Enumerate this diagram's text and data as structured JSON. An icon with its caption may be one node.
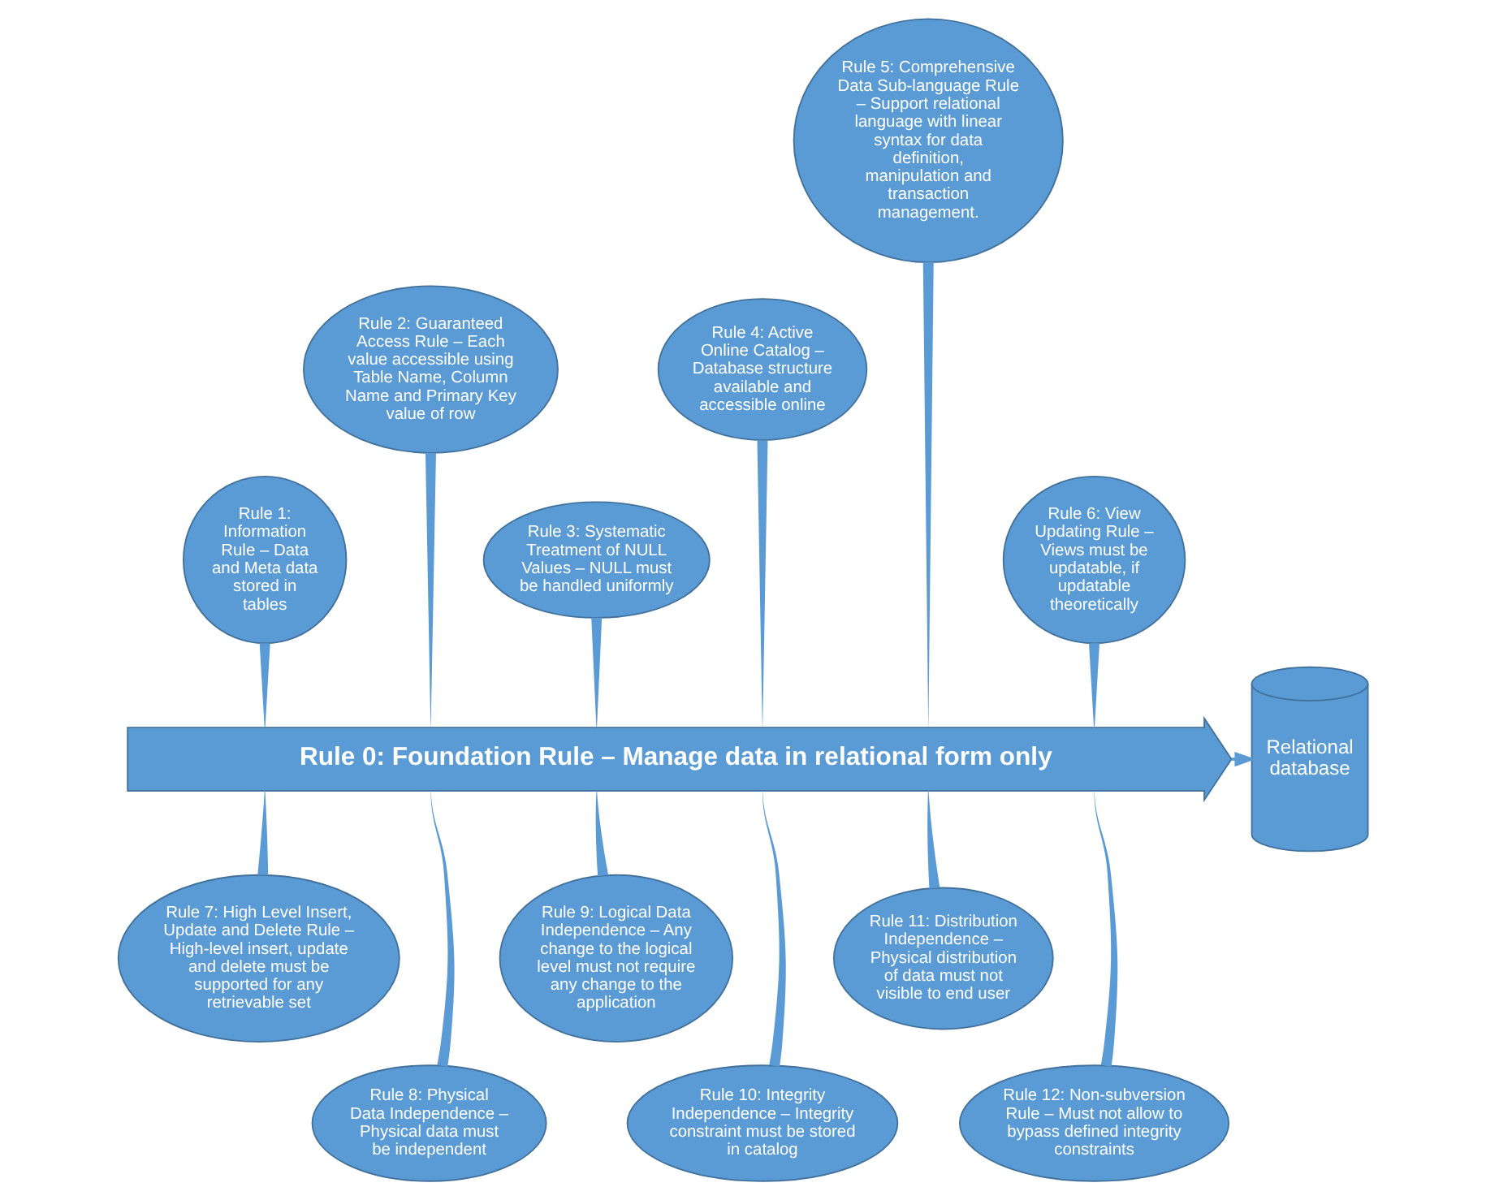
{
  "diagram": {
    "nodes": [
      {
        "text": [
          "Rule 1: Information Rule – Data and Meta data stored in tables"
        ]
      },
      {
        "text": [
          "Rule 2: Guaranteed Access Rule – Each value accessible using Table Name, Column Name and Primary Key value of row"
        ]
      },
      {
        "text": [
          "Rule 3: Systematic Treatment of NULL Values – NULL must be handled uniformly"
        ]
      },
      {
        "text": [
          "Rule 4: Active Online Catalog – Database structure available and accessible online"
        ]
      },
      {
        "text": [
          "Rule 5: Comprehensive Data Sub-language Rule – Support relational language with linear syntax for data definition, manipulation and transaction management."
        ]
      },
      {
        "text": [
          "Rule 6: View Updating Rule – Views must be updatable, if updatable theoretically"
        ]
      },
      {
        "text": [
          "Rule 0: Foundation Rule – Manage data in relational form only"
        ]
      },
      {
        "text": [
          "Relational database"
        ]
      },
      {
        "text": [
          "Rule 7: High Level Insert, Update and Delete Rule – High-level insert, update and delete must be supported for any retrievable set"
        ]
      },
      {
        "text": [
          "Rule 8: Physical Data Independence – Physical data must be independent"
        ]
      },
      {
        "text": [
          "Rule 9: Logical Data Independence – Any change to the logical level must not require any change to the application"
        ]
      },
      {
        "text": [
          "Rule 10: Integrity Independence – Integrity constraint must be stored in catalog"
        ]
      },
      {
        "text": [
          "Rule 11: Distribution Independence – Physical distribution of data must not visible to end user"
        ]
      },
      {
        "text": [
          "Rule 12: Non-subversion Rule – Must not allow to bypass defined integrity constraints"
        ]
      }
    ],
    "edges": [
      {
        "from": 0,
        "to": 6,
        "arrow": "none"
      },
      {
        "from": 1,
        "to": 6,
        "arrow": "none"
      },
      {
        "from": 2,
        "to": 6,
        "arrow": "none"
      },
      {
        "from": 3,
        "to": 6,
        "arrow": "none"
      },
      {
        "from": 4,
        "to": 6,
        "arrow": "none"
      },
      {
        "from": 5,
        "to": 6,
        "arrow": "none"
      },
      {
        "from": 8,
        "to": 6,
        "arrow": "none"
      },
      {
        "from": 9,
        "to": 6,
        "arrow": "none"
      },
      {
        "from": 10,
        "to": 6,
        "arrow": "none"
      },
      {
        "from": 11,
        "to": 6,
        "arrow": "none"
      },
      {
        "from": 12,
        "to": 6,
        "arrow": "none"
      },
      {
        "from": 13,
        "to": 6,
        "arrow": "none"
      },
      {
        "from": 6,
        "to": 7,
        "arrow": "to"
      }
    ]
  }
}
